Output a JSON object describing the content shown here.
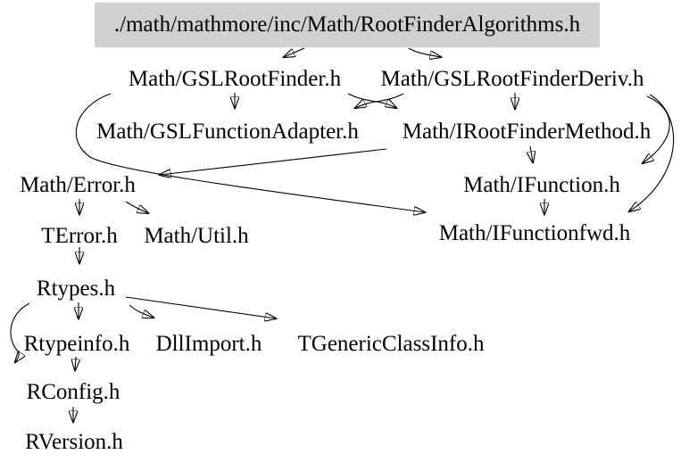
{
  "diagram": {
    "type": "include-dependency-graph",
    "background_color": "#ffffff",
    "root": {
      "label": "./math/mathmore/inc/Math/RootFinderAlgorithms.h",
      "fill_color": "#d0d0d0"
    },
    "nodes": [
      {
        "id": "gslrootfinder",
        "label": "Math/GSLRootFinder.h"
      },
      {
        "id": "gslrootfinderderiv",
        "label": "Math/GSLRootFinderDeriv.h"
      },
      {
        "id": "gslfunctionadapter",
        "label": "Math/GSLFunctionAdapter.h"
      },
      {
        "id": "irootfindermethod",
        "label": "Math/IRootFinderMethod.h"
      },
      {
        "id": "error",
        "label": "Math/Error.h"
      },
      {
        "id": "ifunction",
        "label": "Math/IFunction.h"
      },
      {
        "id": "terror",
        "label": "TError.h"
      },
      {
        "id": "util",
        "label": "Math/Util.h"
      },
      {
        "id": "ifunctionfwd",
        "label": "Math/IFunctionfwd.h"
      },
      {
        "id": "rtypes",
        "label": "Rtypes.h"
      },
      {
        "id": "rtypeinfo",
        "label": "Rtypeinfo.h"
      },
      {
        "id": "dllimport",
        "label": "DllImport.h"
      },
      {
        "id": "tgenericclassinfo",
        "label": "TGenericClassInfo.h"
      },
      {
        "id": "rconfig",
        "label": "RConfig.h"
      },
      {
        "id": "rversion",
        "label": "RVersion.h"
      }
    ],
    "edges": [
      {
        "from": "RootFinderAlgorithms.h",
        "to": "Math/GSLRootFinder.h"
      },
      {
        "from": "RootFinderAlgorithms.h",
        "to": "Math/GSLRootFinderDeriv.h"
      },
      {
        "from": "Math/GSLRootFinder.h",
        "to": "Math/GSLFunctionAdapter.h"
      },
      {
        "from": "Math/GSLRootFinder.h",
        "to": "Math/IRootFinderMethod.h"
      },
      {
        "from": "Math/GSLRootFinder.h",
        "to": "Math/IFunctionfwd.h"
      },
      {
        "from": "Math/GSLRootFinderDeriv.h",
        "to": "Math/GSLFunctionAdapter.h"
      },
      {
        "from": "Math/GSLRootFinderDeriv.h",
        "to": "Math/IRootFinderMethod.h"
      },
      {
        "from": "Math/GSLRootFinderDeriv.h",
        "to": "Math/IFunction.h"
      },
      {
        "from": "Math/GSLRootFinderDeriv.h",
        "to": "Math/IFunctionfwd.h"
      },
      {
        "from": "Math/IRootFinderMethod.h",
        "to": "Math/Error.h"
      },
      {
        "from": "Math/IRootFinderMethod.h",
        "to": "Math/IFunction.h"
      },
      {
        "from": "Math/IFunction.h",
        "to": "Math/IFunctionfwd.h"
      },
      {
        "from": "Math/Error.h",
        "to": "TError.h"
      },
      {
        "from": "Math/Error.h",
        "to": "Math/Util.h"
      },
      {
        "from": "TError.h",
        "to": "Rtypes.h"
      },
      {
        "from": "Rtypes.h",
        "to": "Rtypeinfo.h"
      },
      {
        "from": "Rtypes.h",
        "to": "DllImport.h"
      },
      {
        "from": "Rtypes.h",
        "to": "TGenericClassInfo.h"
      },
      {
        "from": "Rtypes.h",
        "to": "RConfig.h"
      },
      {
        "from": "Rtypeinfo.h",
        "to": "RConfig.h"
      },
      {
        "from": "RConfig.h",
        "to": "RVersion.h"
      }
    ]
  }
}
